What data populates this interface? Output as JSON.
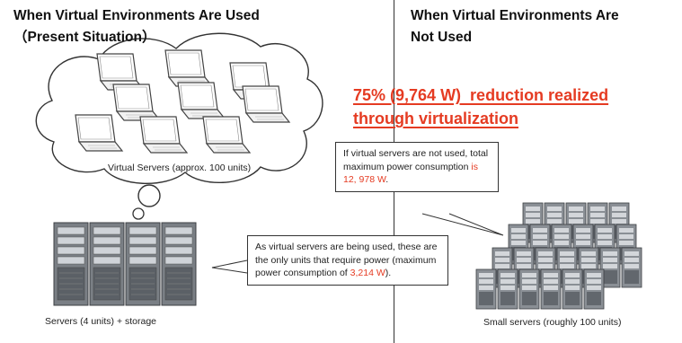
{
  "left_panel": {
    "title_line1": "When Virtual Environments Are Used",
    "title_line2": "（Present Situation）",
    "cloud_caption": "Virtual Servers (approx. 100 units)",
    "servers_caption": "Servers (4 units) + storage",
    "callout": {
      "text_before": "As virtual servers are being used, these are the only units that require power (maximum power consumption of ",
      "value": "3,214 W",
      "text_after": ")."
    }
  },
  "right_panel": {
    "title_line1": "When Virtual Environments Are",
    "title_line2": "Not Used",
    "highlight_line1": "75% (9,764 W)  reduction realized",
    "highlight_line2": "through virtualization",
    "callout": {
      "text_before": "If virtual servers are not used, total maximum power consumption ",
      "value": "is 12, 978 W",
      "text_after": "."
    },
    "servers_caption": "Small servers (roughly 100 units)"
  },
  "colors": {
    "accent": "#e53b22",
    "divider": "#333333",
    "server_body": "#7a7f85"
  }
}
